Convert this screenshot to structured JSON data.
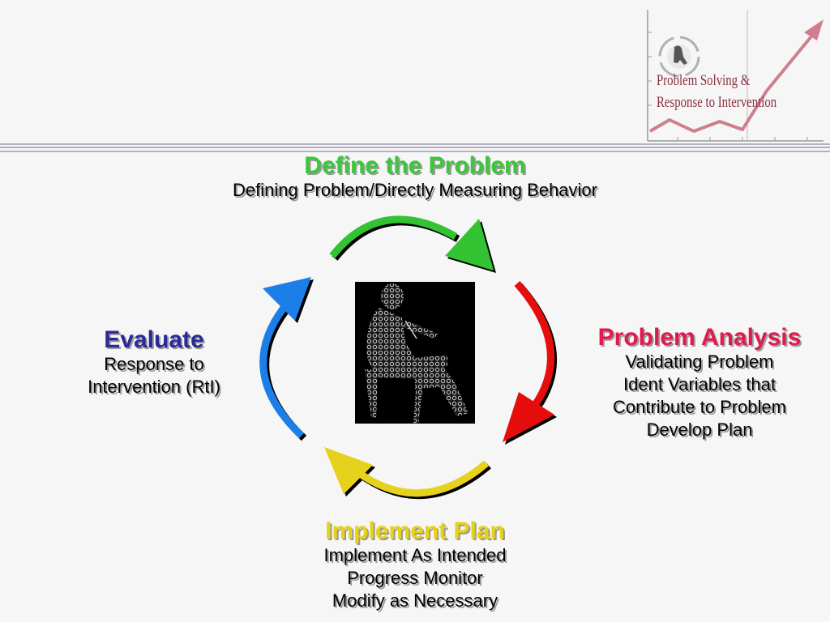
{
  "logo": {
    "line1": "Problem Solving &",
    "line2": "Response to Intervention",
    "accent_color": "#c0394f"
  },
  "stages": {
    "define": {
      "title": "Define the Problem",
      "line1": "Defining Problem/Directly Measuring Behavior",
      "color": "#3cc63c"
    },
    "analysis": {
      "title": "Problem Analysis",
      "line1": "Validating Problem",
      "line2": "Ident Variables that",
      "line3": "Contribute to Problem",
      "line4": "Develop Plan",
      "color": "#e0194f"
    },
    "implement": {
      "title": "Implement Plan",
      "line1": "Implement As Intended",
      "line2": "Progress Monitor",
      "line3": "Modify as Necessary",
      "color": "#e6d21a"
    },
    "evaluate": {
      "title": "Evaluate",
      "line1": "Response to",
      "line2": "Intervention (RtI)",
      "color": "#2a2a9a"
    }
  },
  "arrows": {
    "green": "#33c233",
    "red": "#e60f0f",
    "yellow": "#e6d21a",
    "blue": "#1a7fe8"
  },
  "center_image": "seated-person-writing-silhouette"
}
